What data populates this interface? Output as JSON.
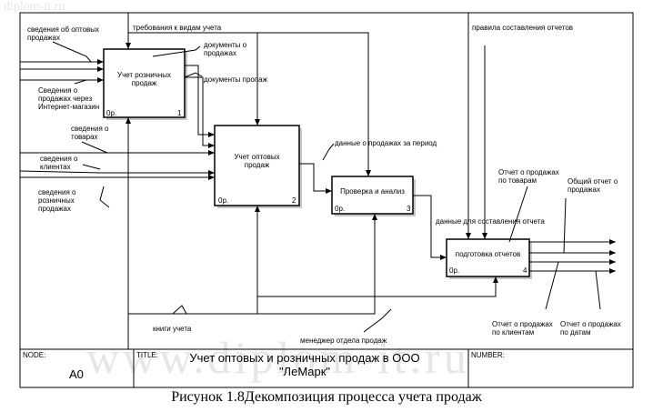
{
  "watermark_top": "diplom-it.ru",
  "watermark_bottom": "www.diplom-it.ru",
  "boxes": [
    {
      "label": "Учет розничных\nпродаж",
      "cost": "0р.",
      "number": "1"
    },
    {
      "label": "Учет оптовых\nпродаж",
      "cost": "0р.",
      "number": "2"
    },
    {
      "label": "Проверка и анализ",
      "cost": "0р.",
      "number": "3"
    },
    {
      "label": "подготовка отчетов",
      "cost": "0р.",
      "number": "4"
    }
  ],
  "arrows": {
    "req": "требования к видам учета",
    "rules": "правила составления отчетов",
    "wholesale_info": "сведения об оптовых\nпродажах",
    "internet": "Сведения о\nпродажах через\nИнтернет-магазин",
    "goods": "сведения о\nтоварах",
    "clients": "сведения о\nклиентах",
    "retail_info": "сведения о\nрозничных\nпродажах",
    "sales_docs": "документы о\nпродажах",
    "lost_docs": "документы пропаж",
    "period_data": "данные о продажах за период",
    "report_data": "данные для составления отчета",
    "by_goods": "Отчет о продажах\nпо товарам",
    "general": "Общий отчет  о\nпродажах",
    "by_clients": "Отчет о продажах\nпо клиентам",
    "by_dates": "Отчет о продажах\nпо датам",
    "books": "книги учета",
    "manager": "менеджер отдела продаж"
  },
  "frame": {
    "node_caption": "NODE:",
    "node_value": "A0",
    "title_caption": "TITLE:",
    "title_value": "Учет  оптовых и розничных  продаж в ООО\n\"ЛеМарк\"",
    "number_caption": "NUMBER:"
  },
  "caption": "Рисунок 1.8Декомпозиция процесса учета продаж"
}
